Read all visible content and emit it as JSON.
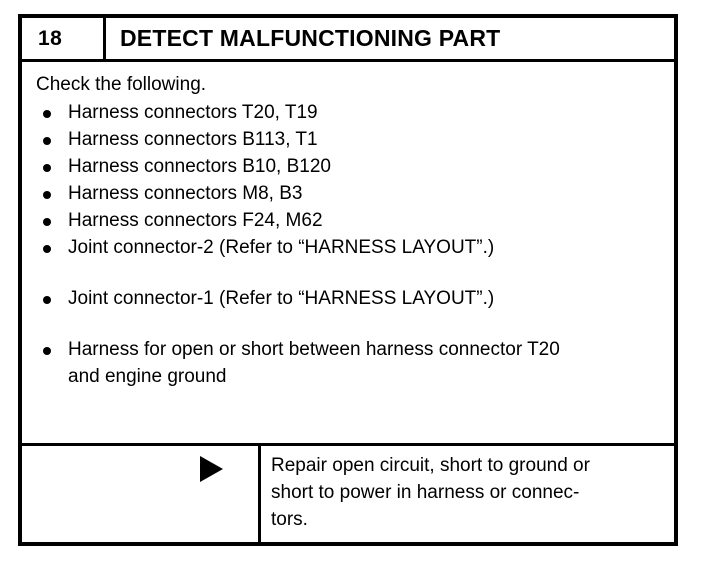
{
  "header": {
    "step_number": "18",
    "title": "DETECT MALFUNCTIONING PART"
  },
  "body": {
    "intro": "Check the following.",
    "items": [
      {
        "text": "Harness connectors T20, T19",
        "gap_before": false
      },
      {
        "text": "Harness connectors B113, T1",
        "gap_before": false
      },
      {
        "text": "Harness connectors B10, B120",
        "gap_before": false
      },
      {
        "text": "Harness connectors M8, B3",
        "gap_before": false
      },
      {
        "text": "Harness connectors F24, M62",
        "gap_before": false
      },
      {
        "text": "Joint connector-2 (Refer to “HARNESS LAYOUT”.)",
        "gap_before": false
      },
      {
        "text": "Joint connector-1 (Refer to “HARNESS LAYOUT”.)",
        "gap_before": true
      },
      {
        "text": "Harness for open or short between harness connector T20\nand engine ground",
        "gap_before": true
      }
    ]
  },
  "action": {
    "arrow_icon": "right-triangle-icon",
    "text": "Repair open circuit, short to ground or\nshort to power in harness or connec-\ntors."
  },
  "colors": {
    "ink": "#000000",
    "paper": "#ffffff"
  }
}
